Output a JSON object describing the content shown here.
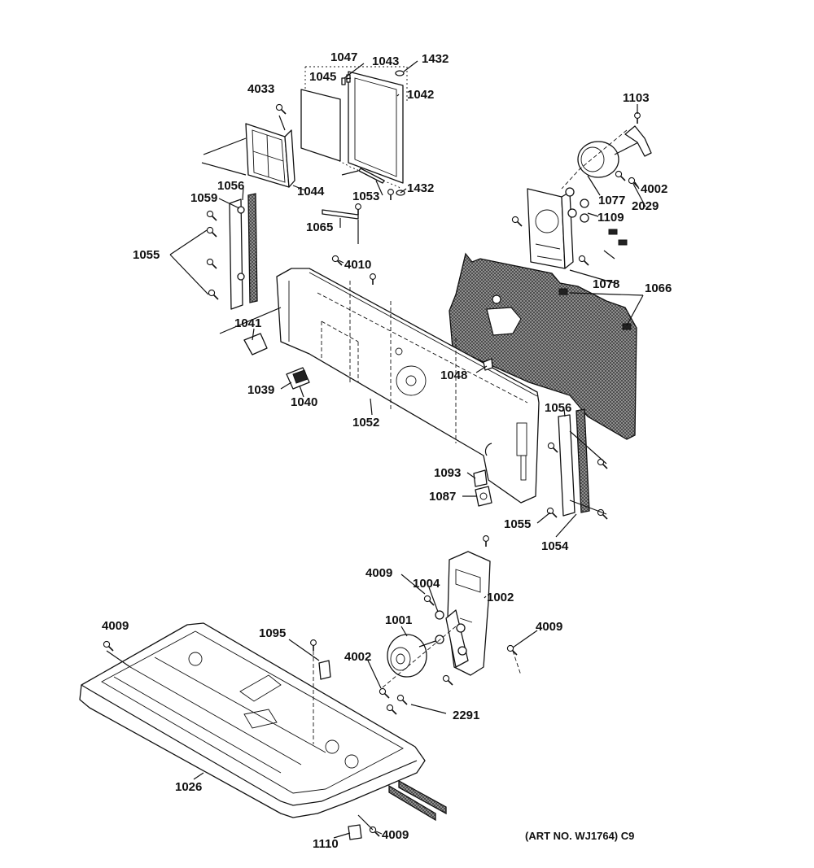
{
  "labels": {
    "l1047": "1047",
    "l1043": "1043",
    "l1432a": "1432",
    "l1045": "1045",
    "l4033": "4033",
    "l1042": "1042",
    "l1103": "1103",
    "l1044": "1044",
    "l1053": "1053",
    "l1432b": "1432",
    "l1056a": "1056",
    "l1059": "1059",
    "l1077": "1077",
    "l4002a": "4002",
    "l2029": "2029",
    "l1109": "1109",
    "l1065": "1065",
    "l1055a": "1055",
    "l4010": "4010",
    "l1078": "1078",
    "l1066": "1066",
    "l1041": "1041",
    "l1048": "1048",
    "l1039": "1039",
    "l1040": "1040",
    "l1052": "1052",
    "l1056b": "1056",
    "l1093": "1093",
    "l1087": "1087",
    "l1055b": "1055",
    "l1054": "1054",
    "l4009a": "4009",
    "l1004": "1004",
    "l1002": "1002",
    "l4009b": "4009",
    "l1001": "1001",
    "l4009c": "4009",
    "l1095": "1095",
    "l4002b": "4002",
    "l2291": "2291",
    "l1026": "1026",
    "l4009d": "4009",
    "l1110": "1110"
  },
  "art_number": "(ART NO. WJ1764) C9"
}
